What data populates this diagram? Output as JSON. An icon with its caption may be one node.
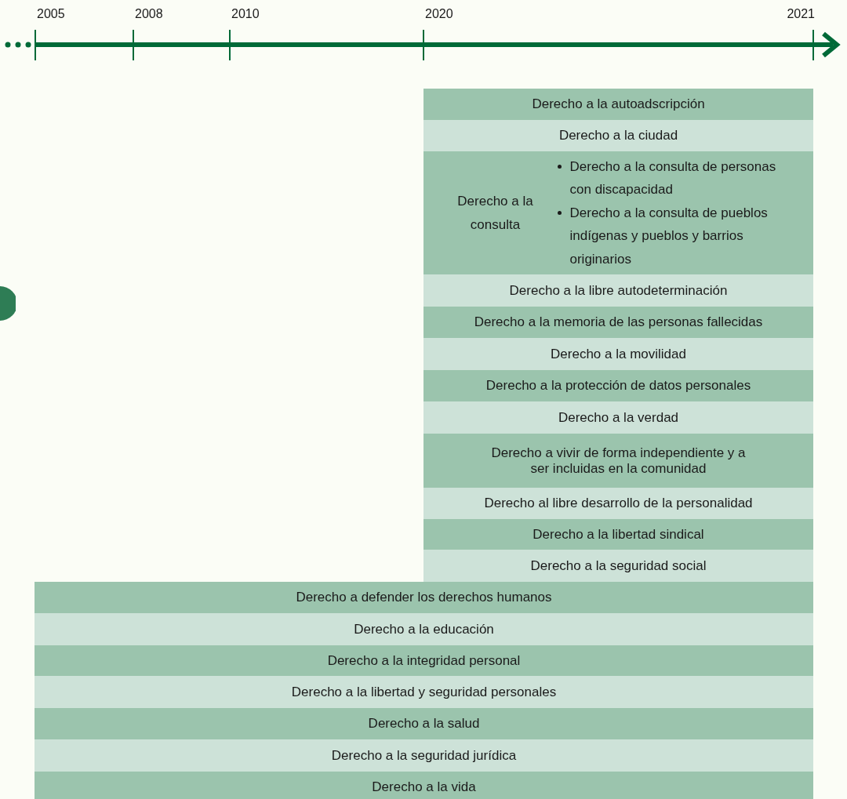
{
  "diagram": {
    "nodes": [
      {
        "text": [
          "Derecho a la autoadscripción"
        ]
      },
      {
        "text": [
          "Derecho a la ciudad"
        ]
      },
      {
        "text": [
          "Derecho a la consulta",
          "Derecho a la consulta de personas con discapacidad",
          "Derecho a la consulta de pueblos indígenas y pueblos y barrios originarios"
        ]
      },
      {
        "text": [
          "Derecho a la libre autodeterminación"
        ]
      },
      {
        "text": [
          "Derecho a la memoria de las personas fallecidas"
        ]
      },
      {
        "text": [
          "Derecho a la movilidad"
        ]
      },
      {
        "text": [
          "Derecho a la protección de datos personales"
        ]
      },
      {
        "text": [
          "Derecho a la verdad"
        ]
      },
      {
        "text": [
          "Derecho a vivir de forma independiente y a ser incluidas en la comunidad"
        ]
      },
      {
        "text": [
          "Derecho al libre desarrollo de la personalidad"
        ]
      },
      {
        "text": [
          "Derecho a la libertad sindical"
        ]
      },
      {
        "text": [
          "Derecho a la seguridad social"
        ]
      },
      {
        "text": [
          "Derecho a defender los derechos humanos"
        ]
      },
      {
        "text": [
          "Derecho a la educación"
        ]
      },
      {
        "text": [
          "Derecho a la integridad personal"
        ]
      },
      {
        "text": [
          "Derecho a la libertad y seguridad personales"
        ]
      },
      {
        "text": [
          "Derecho a la salud"
        ]
      },
      {
        "text": [
          "Derecho a la seguridad jurídica"
        ]
      },
      {
        "text": [
          "Derecho a la vida"
        ]
      }
    ],
    "labels": [
      "2005",
      "2008",
      "2010",
      "2020",
      "2021"
    ]
  }
}
